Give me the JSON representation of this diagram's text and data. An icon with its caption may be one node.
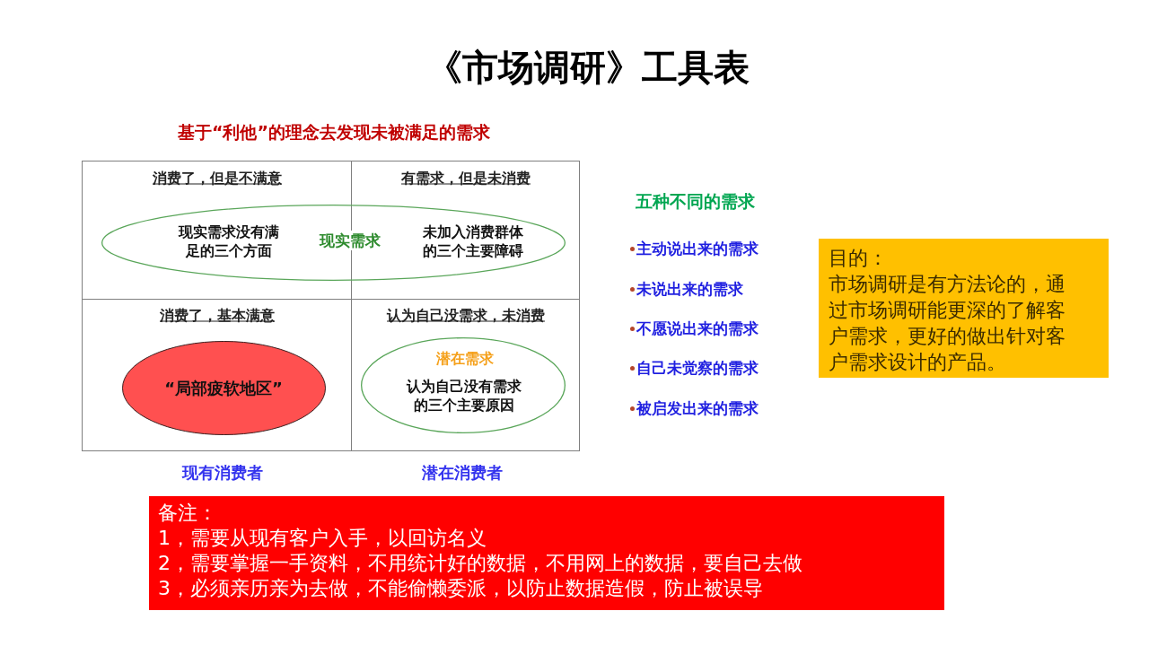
{
  "diagram": {
    "title": "《市场调研》工具表",
    "nodes": [
      {
        "text": [
          "消费了，但是不满意",
          "有需求，但是未消费",
          "消费了，基本满意",
          "认为自己没需求，未消费"
        ]
      },
      {
        "text": [
          "现实需求没有满足的三个方面",
          "现实需求",
          "未加入消费群体的三个主要障碍"
        ],
        "in": 0
      },
      {
        "text": [
          "“局部疲软地区”"
        ],
        "in": 0
      },
      {
        "text": [
          "潜在需求",
          "认为自己没有需求的三个主要原因"
        ],
        "in": 0
      },
      {
        "text": [
          "目的：",
          "市场调研是有方法论的，通过市场调研能更深的了解客户需求，更好的做出针对客户需求设计的产品。"
        ]
      },
      {
        "text": [
          "备注：",
          "1，需要从现有客户入手，以回访名义",
          "2，需要掌握一手资料，不用统计好的数据，不用网上的数据，要自己去做",
          "3，必须亲历亲为去做，不能偷懒委派，以防止数据造假，防止被误导"
        ]
      }
    ],
    "labels": [
      "基于“利他”的理念去发现未被满足的需求",
      "五种不同的需求",
      "主动说出来的需求",
      "未说出来的需求",
      "不愿说出来的需求",
      "自己未觉察的需求",
      "被启发出来的需求",
      "现有消费者",
      "潜在消费者"
    ]
  }
}
